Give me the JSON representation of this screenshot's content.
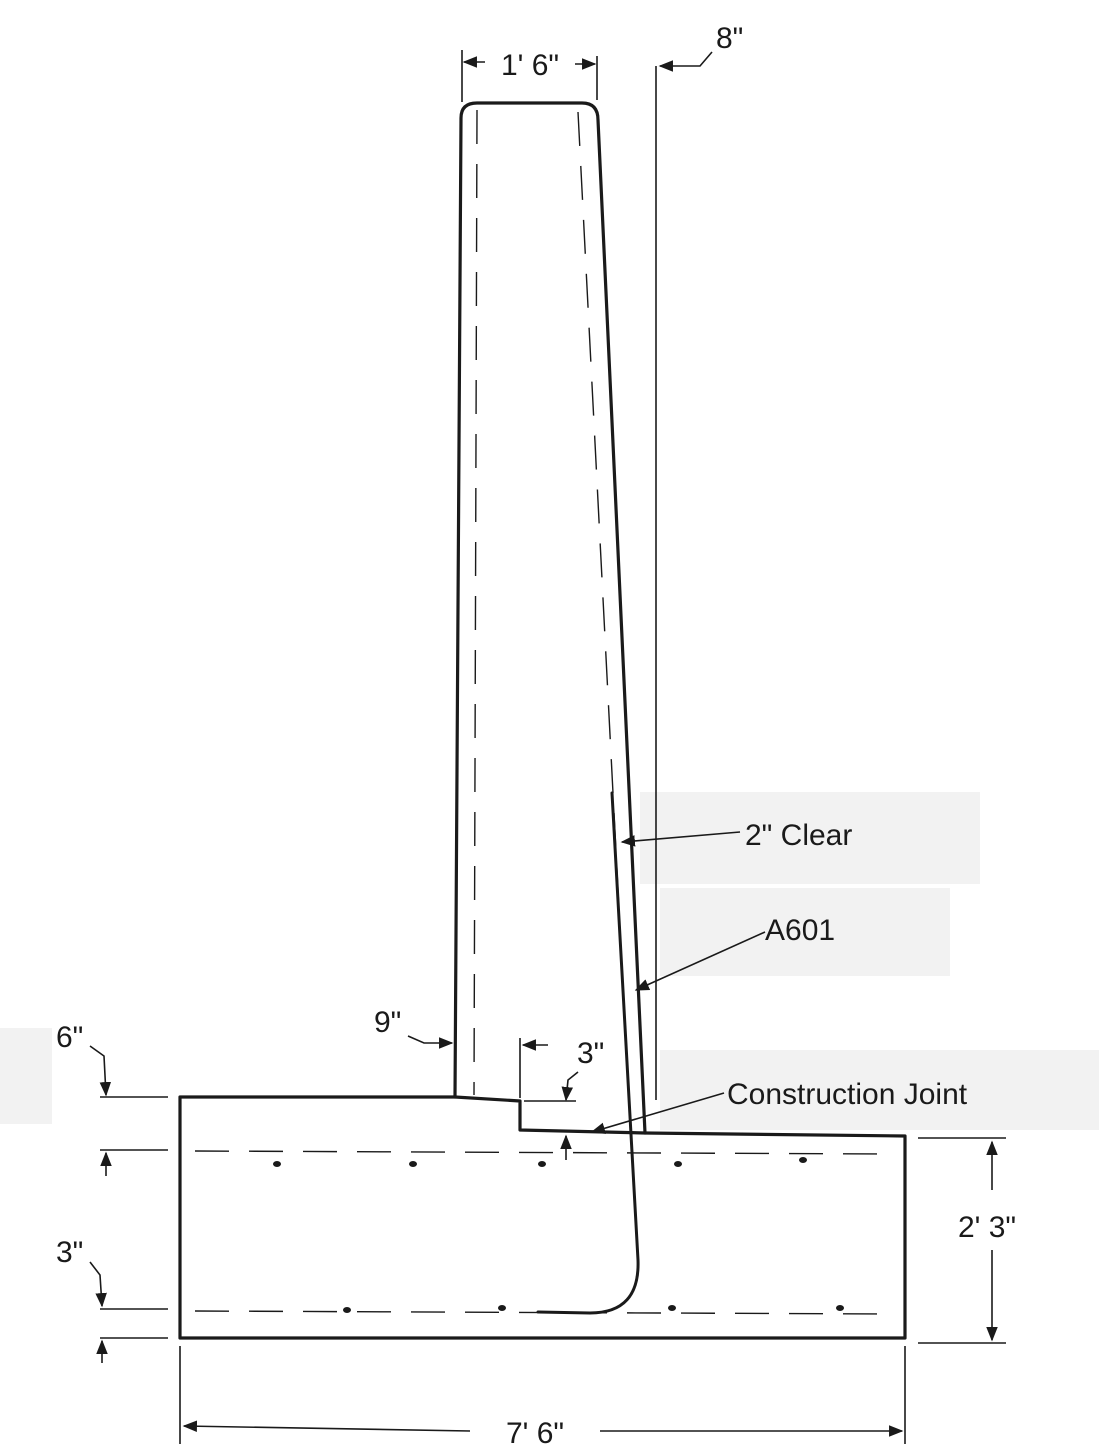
{
  "labels": {
    "stem_width": "1' 6\"",
    "batter": "8\"",
    "clear_cover": "2\" Clear",
    "bar_mark": "A601",
    "toe_offset": "9\"",
    "key_width": "3\"",
    "construction_joint": "Construction Joint",
    "top_cover": "6\"",
    "bottom_cover": "3\"",
    "footing_depth": "2' 3\"",
    "footing_width": "7' 6\""
  }
}
